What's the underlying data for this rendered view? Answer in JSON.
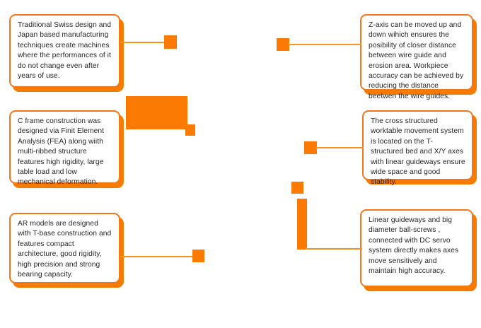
{
  "page": {
    "title": "Machine features callout diagram",
    "background_color": "#ffffff",
    "accent_color": "#FB7A04",
    "border_color": "#F4761B",
    "line_color": "#F7931E",
    "text_color": "#262626"
  },
  "callouts": [
    {
      "id": "callout-traditional-swiss-design",
      "side": "left",
      "index": 1,
      "text": "Traditional Swiss design and Japan based  manufacturing techniques create machines where the performances of it do not change even after years of use."
    },
    {
      "id": "callout-c-frame-construction",
      "side": "left",
      "index": 2,
      "text": "C frame construction was designed via Finit Element Analysis (FEA) along wiith multi-ribbed structure features high rigidity, large table load and low mechanical deformation."
    },
    {
      "id": "callout-ar-models",
      "side": "left",
      "index": 3,
      "text": "AR models are designed with T-base construction and features compact architecture, good rigidity, high precision and strong bearing capacity."
    },
    {
      "id": "callout-z-axis",
      "side": "right",
      "index": 4,
      "text": "Z-axis can be moved up and down wihich ensures the posibility of closer distance between wire guide and erosion area. Workpiece accuracy can be achieved by reducing the distance beetwen the wire guides."
    },
    {
      "id": "callout-cross-structured-worktable",
      "side": "right",
      "index": 5,
      "text": "The cross structured worktable movement system is located on the T-structured bed and X/Y axes with linear guideways ensure wide space and good stability."
    },
    {
      "id": "callout-linear-guideways",
      "side": "right",
      "index": 6,
      "text": "Linear guideways and big diameter ball-screws , connected with DC servo system directly makes axes move sensitively and maintain high accuracy."
    }
  ],
  "connectors": [
    {
      "id": "connector-1",
      "from": "callout-traditional-swiss-design",
      "marker": "square"
    },
    {
      "id": "connector-2",
      "from": "callout-c-frame-construction",
      "marker": "square"
    },
    {
      "id": "connector-3",
      "from": "callout-ar-models",
      "marker": "square"
    },
    {
      "id": "connector-4",
      "from": "callout-z-axis",
      "marker": "square"
    },
    {
      "id": "connector-5",
      "from": "callout-cross-structured-worktable",
      "marker": "square"
    },
    {
      "id": "connector-6",
      "from": "callout-linear-guideways",
      "marker": "square-with-vertical-bar"
    }
  ]
}
